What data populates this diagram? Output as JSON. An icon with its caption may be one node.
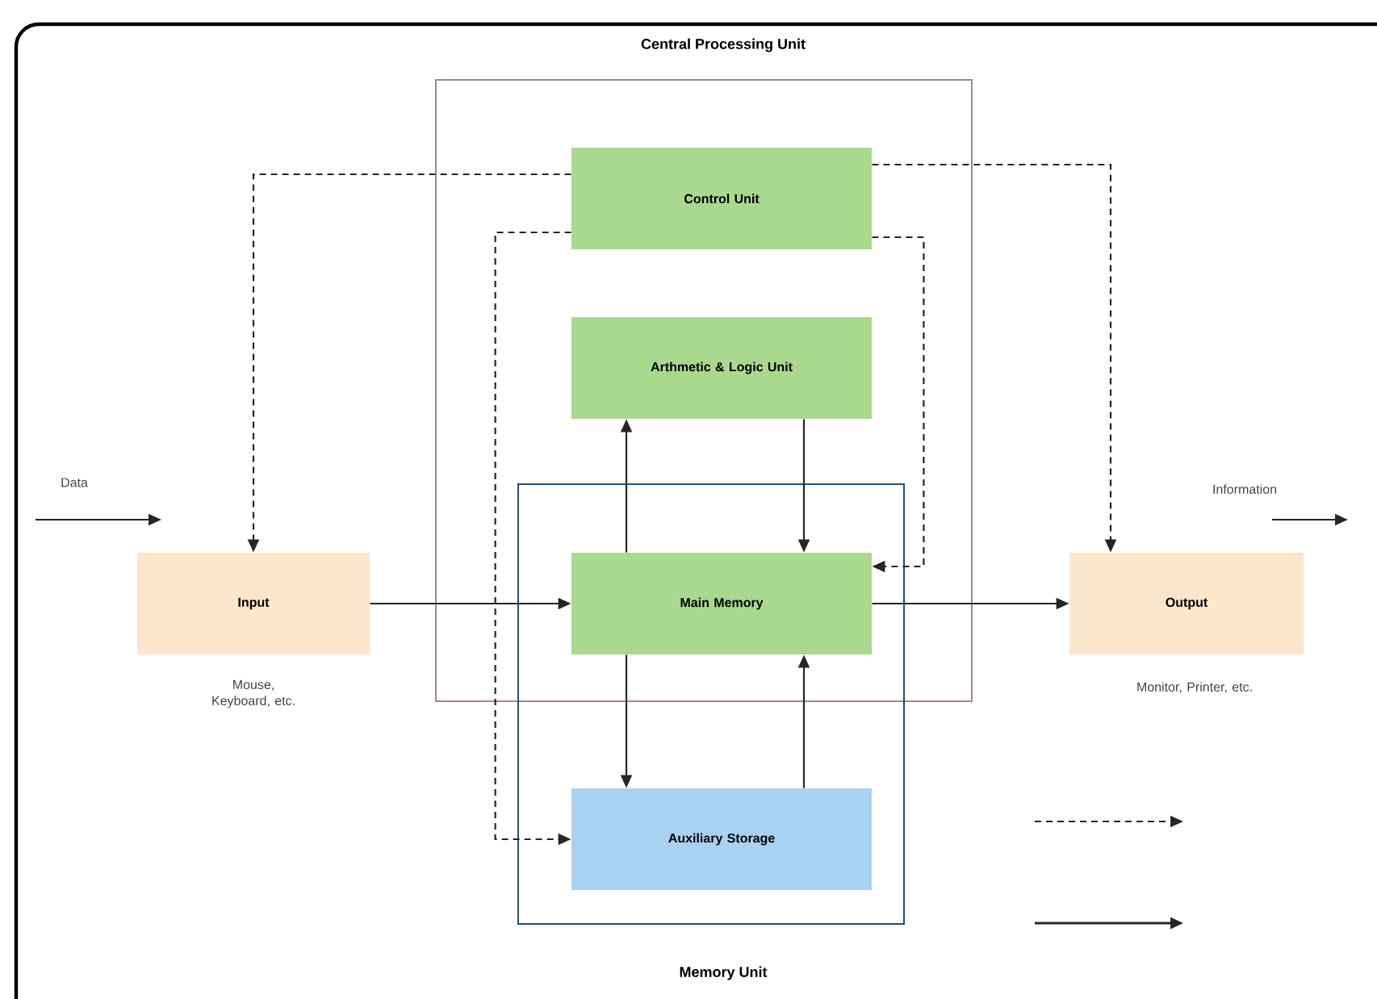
{
  "diagram": {
    "nodes": [
      {
        "text": [
          "Central Processing Unit"
        ]
      },
      {
        "text": [
          "Memory Unit"
        ]
      },
      {
        "text": [
          "Control Unit"
        ],
        "in": 0
      },
      {
        "text": [
          "Arthmetic & Logic Unit"
        ],
        "in": 0
      },
      {
        "text": [
          "Main Memory"
        ]
      },
      {
        "text": [
          "Auxiliary Storage"
        ],
        "in": 1
      },
      {
        "text": [
          "Input"
        ],
        "beside": [
          "Mouse, Keyboard, etc."
        ]
      },
      {
        "text": [
          "Output"
        ],
        "beside": [
          "Monitor, Printer, etc."
        ]
      }
    ],
    "edges": [
      {
        "from": 2,
        "to": 6,
        "arrow": "to",
        "style": "dashed"
      },
      {
        "from": 2,
        "to": 7,
        "arrow": "to",
        "style": "dashed"
      },
      {
        "from": 2,
        "to": 4,
        "arrow": "to",
        "style": "dashed"
      },
      {
        "from": 2,
        "to": 5,
        "arrow": "to",
        "style": "dashed"
      },
      {
        "from": 4,
        "to": 3,
        "arrow": "to"
      },
      {
        "from": 3,
        "to": 4,
        "arrow": "to"
      },
      {
        "from": 6,
        "to": 4,
        "arrow": "to"
      },
      {
        "from": 4,
        "to": 7,
        "arrow": "to"
      },
      {
        "from": 4,
        "to": 5,
        "arrow": "to"
      },
      {
        "from": 5,
        "to": 4,
        "arrow": "to"
      }
    ],
    "labels": [
      "Data",
      "Information"
    ]
  }
}
